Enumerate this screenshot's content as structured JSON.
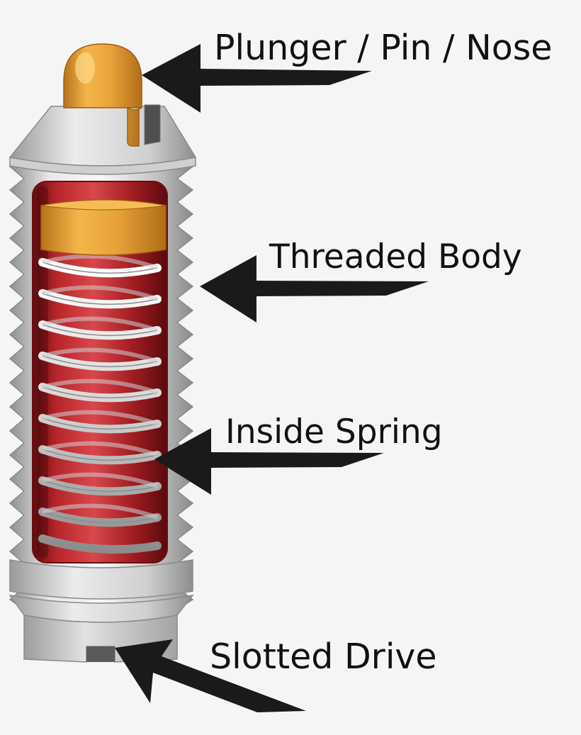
{
  "labels": {
    "plunger": "Plunger / Pin / Nose",
    "body": "Threaded Body",
    "spring": "Inside Spring",
    "drive": "Slotted Drive"
  },
  "colors": {
    "background": "#f5f5f5",
    "plunger": "#e8a33a",
    "body": "#d9d9d9",
    "cavity": "#a51d22",
    "spring": "#e3e3e3",
    "arrow": "#1a1a1a",
    "text": "#111111"
  }
}
